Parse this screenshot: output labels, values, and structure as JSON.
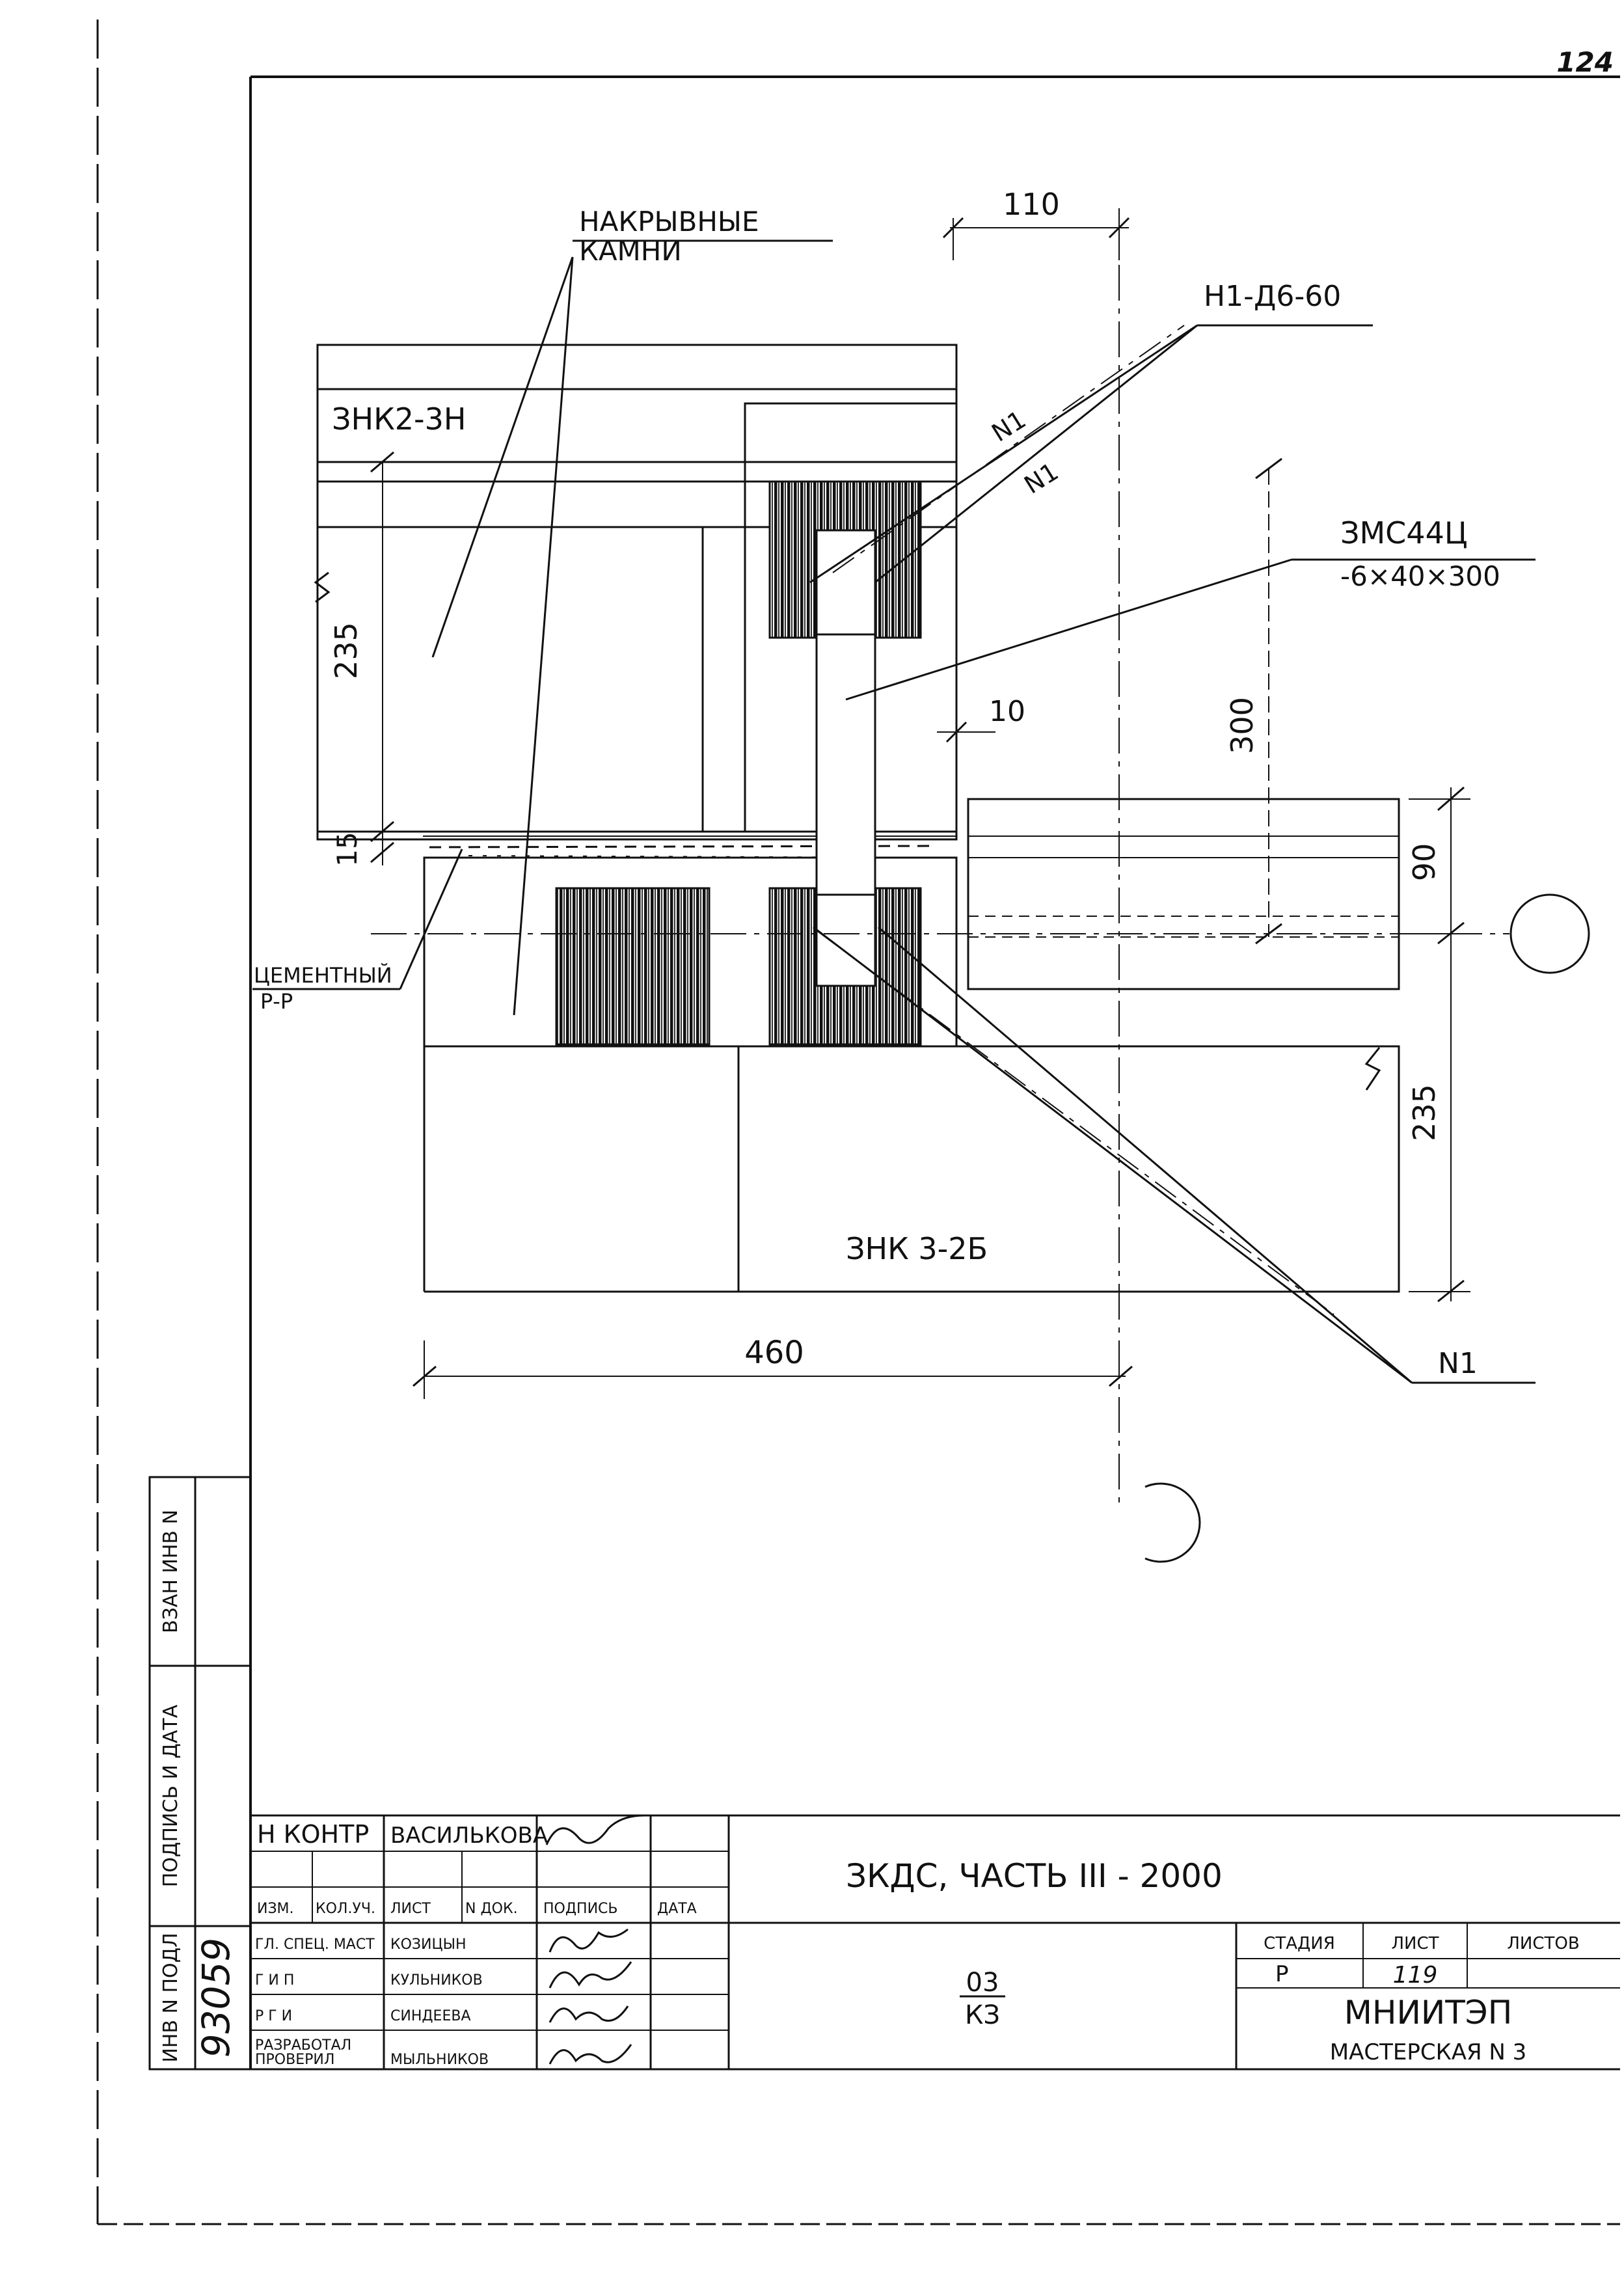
{
  "sheet_number": "124",
  "callouts": {
    "cover_stones_line1": "НАКРЫВНЫЕ",
    "cover_stones_line2": "КАМНИ",
    "rebar_mark": "Н1-Д6-60",
    "plate_mark": "ЗМС44Ц",
    "plate_size": "-6×40×300",
    "cement_line1": "ЦЕМЕНТНЫЙ",
    "cement_line2": "Р-Р",
    "rod_label_a": "N1",
    "rod_label_b": "N1",
    "rod_label_c": "N1"
  },
  "blocks": {
    "upper": "ЗНК2-3Н",
    "lower": "ЗНК 3-2Б"
  },
  "dimensions": {
    "d110": "110",
    "d10": "10",
    "d235_left": "235",
    "d15": "15",
    "d300": "300",
    "d90": "90",
    "d235_right": "235",
    "d460": "460"
  },
  "side_stamp": {
    "col1": "ВЗАН ИНВ N",
    "col2": "ПОДПИСЬ И ДАТА",
    "col3": "ИНВ N ПОДЛ",
    "inv_number": "93059"
  },
  "title_block": {
    "n_kontr_label": "Н КОНТР",
    "n_kontr_name": "ВАСИЛЬКОВА",
    "headers": [
      "ИЗМ.",
      "КОЛ.УЧ.",
      "ЛИСТ",
      "N ДОК.",
      "ПОДПИСЬ",
      "ДАТА"
    ],
    "rows": [
      {
        "role": "ГЛ. СПЕЦ. МАСТ",
        "name": "КОЗИЦЫН"
      },
      {
        "role": "Г И П",
        "name": "КУЛЬНИКОВ"
      },
      {
        "role": "Р Г И",
        "name": "СИНДЕЕВА"
      },
      {
        "role": "РАЗРАБОТАЛ",
        "name": ""
      },
      {
        "role": "ПРОВЕРИЛ",
        "name": "МЫЛЬНИКОВ"
      }
    ],
    "project_title": "ЗКДС, ЧАСТЬ III - 2000",
    "code_top": "03",
    "code_bottom": "КЗ",
    "stage_label": "СТАДИЯ",
    "sheet_label": "ЛИСТ",
    "sheets_label": "ЛИСТОВ",
    "stage_value": "Р",
    "sheet_value": "119",
    "sheets_value": "",
    "org": "МНИИТЭП",
    "workshop": "МАСТЕРСКАЯ N 3"
  }
}
